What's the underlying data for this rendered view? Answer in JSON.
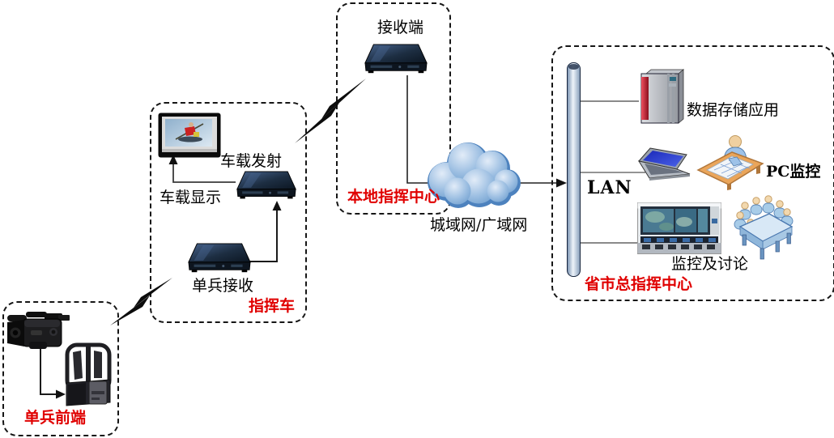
{
  "labels": {
    "soldier_front": "单兵前端",
    "command_vehicle": "指挥车",
    "vehicle_transmit": "车载发射",
    "vehicle_display": "车载显示",
    "soldier_receive": "单兵接收",
    "receiver_end": "接收端",
    "local_command_center": "本地指挥中心",
    "man_wan": "城域网/广域网",
    "lan": "LAN",
    "data_storage": "数据存储应用",
    "pc_monitor": "PC监控",
    "monitor_discuss": "监控及讨论",
    "provincial_center": "省市总指挥中心"
  },
  "icons": {
    "camera": "camera-icon",
    "backpack_transceiver": "backpack-transceiver-icon",
    "vehicle_monitor": "monitor-icon",
    "rack_device": "rack-device-icon",
    "network_cloud": "cloud-icon",
    "lan_bus": "lan-bus-bar",
    "storage_server": "server-icon",
    "laptop": "laptop-icon",
    "operator_desk": "operator-desk-icon",
    "video_wall": "video-wall-icon",
    "meeting_table": "meeting-table-icon",
    "wireless_link": "lightning-bolt-icon"
  },
  "colors": {
    "label_red": "#e00000",
    "cloud_blue": "#5b8fc9",
    "device_navy": "#16222e",
    "lan_bar_blue": "#9ab0cc",
    "line_black": "#1a1a1a"
  }
}
